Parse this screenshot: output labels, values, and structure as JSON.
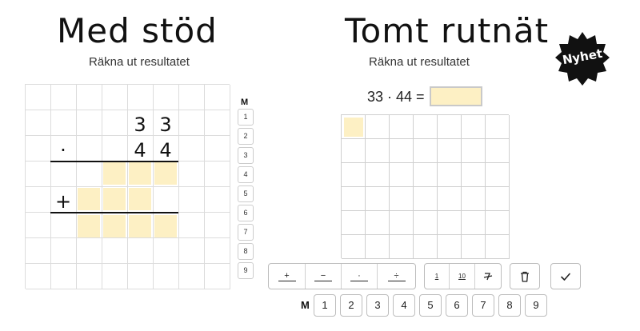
{
  "left": {
    "title": "Med stöd",
    "subtitle": "Räkna ut resultatet",
    "digits": {
      "a1": "3",
      "a2": "3",
      "b1": "4",
      "b2": "4",
      "dot": "·",
      "plus": "+"
    }
  },
  "right": {
    "title": "Tomt rutnät",
    "subtitle": "Räkna ut resultatet",
    "expression": "33 · 44 =",
    "badge": "Nyhet"
  },
  "memory": {
    "label": "M",
    "keys": [
      "1",
      "2",
      "3",
      "4",
      "5",
      "6",
      "7",
      "8",
      "9"
    ]
  },
  "toolbar": {
    "ops": [
      "+",
      "−",
      "·",
      "÷"
    ],
    "frac_one": "1",
    "frac_ten": "10"
  },
  "colors": {
    "highlight": "#fdf0c4",
    "badge": "#111111"
  }
}
